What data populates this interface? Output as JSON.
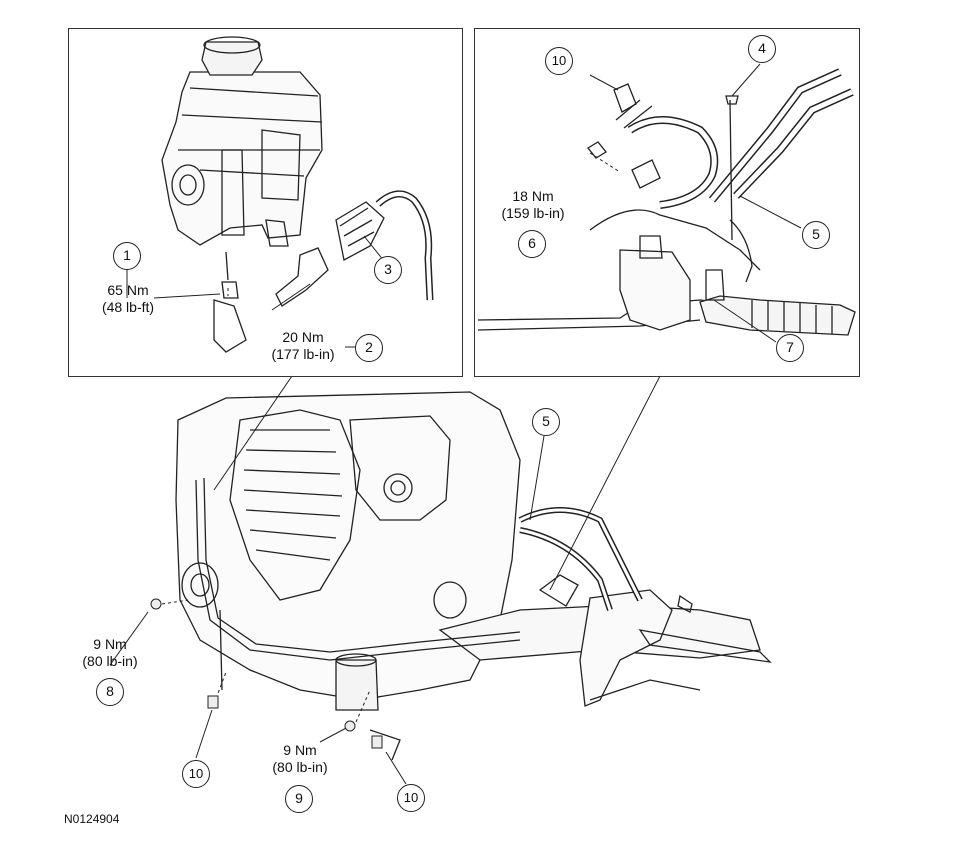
{
  "callouts": {
    "c1": "1",
    "c2": "2",
    "c3": "3",
    "c4": "4",
    "c5_top": "5",
    "c5_main": "5",
    "c6": "6",
    "c7": "7",
    "c8": "8",
    "c9": "9",
    "c10_top": "10",
    "c10_left": "10",
    "c10_bottom": "10"
  },
  "torques": {
    "t1": {
      "nm": "65 Nm",
      "imp": "(48 lb-ft)"
    },
    "t2": {
      "nm": "20 Nm",
      "imp": "(177 lb-in)"
    },
    "t6": {
      "nm": "18 Nm",
      "imp": "(159 lb-in)"
    },
    "t8": {
      "nm": "9 Nm",
      "imp": "(80 lb-in)"
    },
    "t9": {
      "nm": "9 Nm",
      "imp": "(80 lb-in)"
    }
  },
  "figure_id": "N0124904"
}
